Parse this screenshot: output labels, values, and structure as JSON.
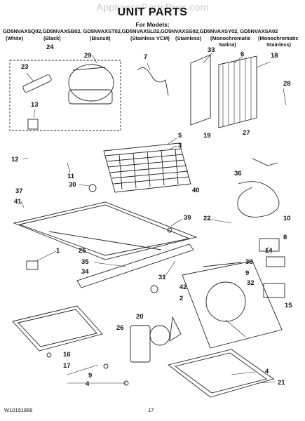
{
  "watermark": "AppliancePartsPros.com",
  "title": "UNIT PARTS",
  "subtitle": "For Models:",
  "models_line": "GD5NVAXSQ02,GD5NVAXSB02, GD5NVAXST02,GD5NVAXSL02,GD5NVAXSS02,GD5NVAXSY02, GD5NVAXSA02",
  "variants": [
    "(White)",
    "(Black)",
    "(Biscuit)",
    "(Stainless VCM)",
    "(Stainless)",
    "(Monochromatic",
    "(Monochromatic"
  ],
  "variants_line2": [
    "Satina)",
    "Stainless)"
  ],
  "callouts": [
    "24",
    "29",
    "7",
    "33",
    "6",
    "18",
    "23",
    "28",
    "13",
    "5",
    "3",
    "19",
    "27",
    "12",
    "11",
    "36",
    "30",
    "37",
    "41",
    "40",
    "39",
    "22",
    "10",
    "8",
    "1",
    "25",
    "14",
    "35",
    "38",
    "34",
    "31",
    "9",
    "42",
    "2",
    "32",
    "15",
    "20",
    "26",
    "16",
    "4",
    "17",
    "9",
    "4",
    "21"
  ],
  "footer": {
    "doc_number": "W10191866",
    "page": "17"
  }
}
